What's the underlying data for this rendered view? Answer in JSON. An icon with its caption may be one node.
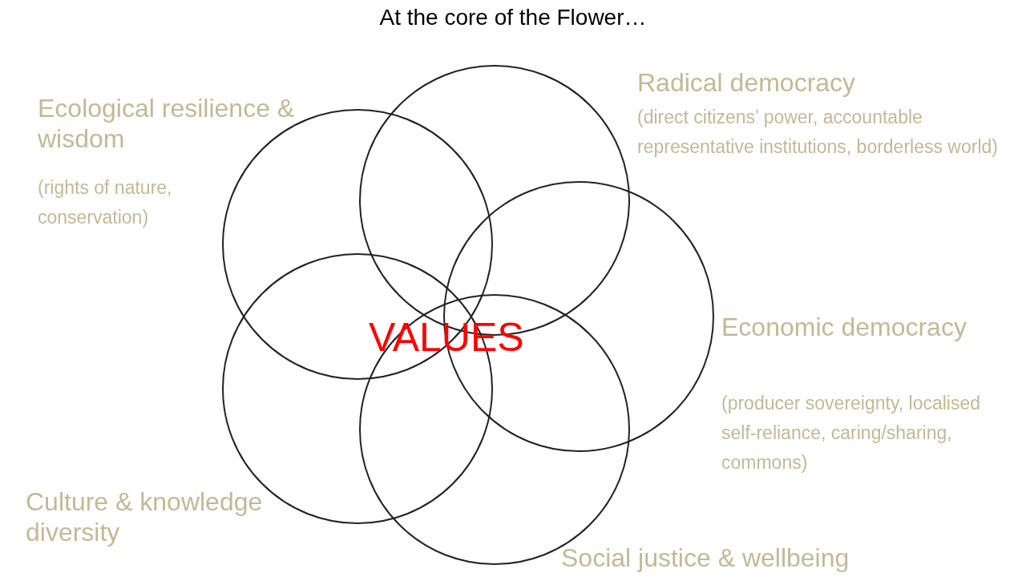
{
  "diagram": {
    "title": "At the core of the Flower…",
    "nodes": [
      {
        "text": [],
        "shape": "circle",
        "beside": [
          "Radical democracy",
          "(direct citizens’ power, accountable representative institutions, borderless world)"
        ]
      },
      {
        "text": [],
        "shape": "circle",
        "beside": [
          "Ecological resilience & wisdom",
          "(rights of nature, conservation)"
        ]
      },
      {
        "text": [],
        "shape": "circle",
        "beside": [
          "Economic democracy",
          "(producer sovereignty, localised self-reliance, caring/sharing, commons)"
        ]
      },
      {
        "text": [],
        "shape": "circle",
        "beside": [
          "Culture & knowledge diversity"
        ]
      },
      {
        "text": [],
        "shape": "circle",
        "beside": [
          "Social justice & wellbeing"
        ]
      }
    ],
    "labels": [
      "VALUES"
    ]
  }
}
